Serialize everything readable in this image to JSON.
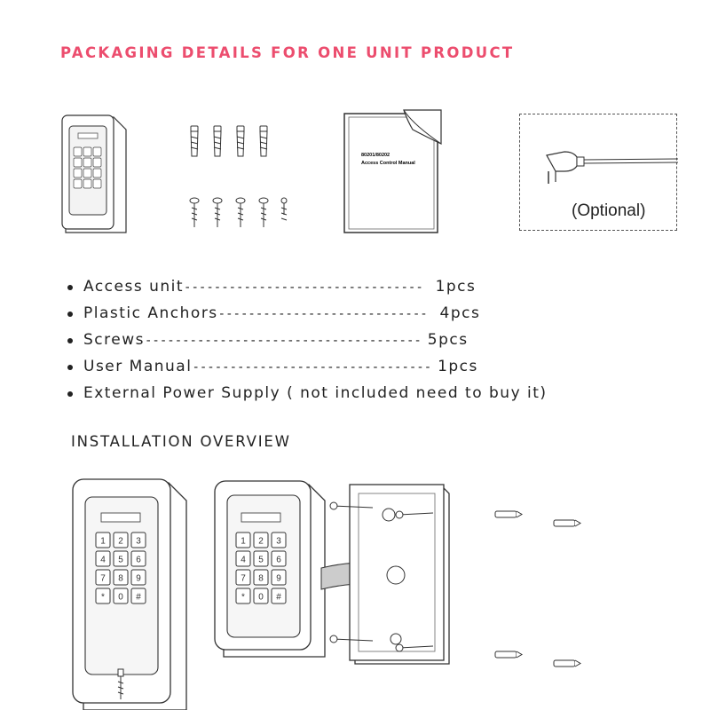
{
  "header": {
    "title": "PACKAGING DETAILS FOR ONE UNIT PRODUCT"
  },
  "package_figure": {
    "manual_line1": "80201/80202",
    "manual_line2": "Access Control Manual",
    "optional_label": "(Optional)"
  },
  "contents": [
    {
      "name": "Access unit",
      "dashes": "--------------------------------",
      "qty": "1pcs"
    },
    {
      "name": "Plastic Anchors",
      "dashes": "----------------------------",
      "qty": "4pcs"
    },
    {
      "name": "Screws",
      "dashes": "-------------------------------------",
      "qty": "5pcs"
    },
    {
      "name": "User Manual",
      "dashes": "--------------------------------",
      "qty": "1pcs"
    },
    {
      "name": "External Power Supply ( not included need to buy it)",
      "dashes": "",
      "qty": ""
    }
  ],
  "installation": {
    "heading": "INSTALLATION OVERVIEW",
    "keys": [
      "1",
      "2",
      "3",
      "4",
      "5",
      "6",
      "7",
      "8",
      "9",
      "*",
      "0",
      "#"
    ]
  }
}
